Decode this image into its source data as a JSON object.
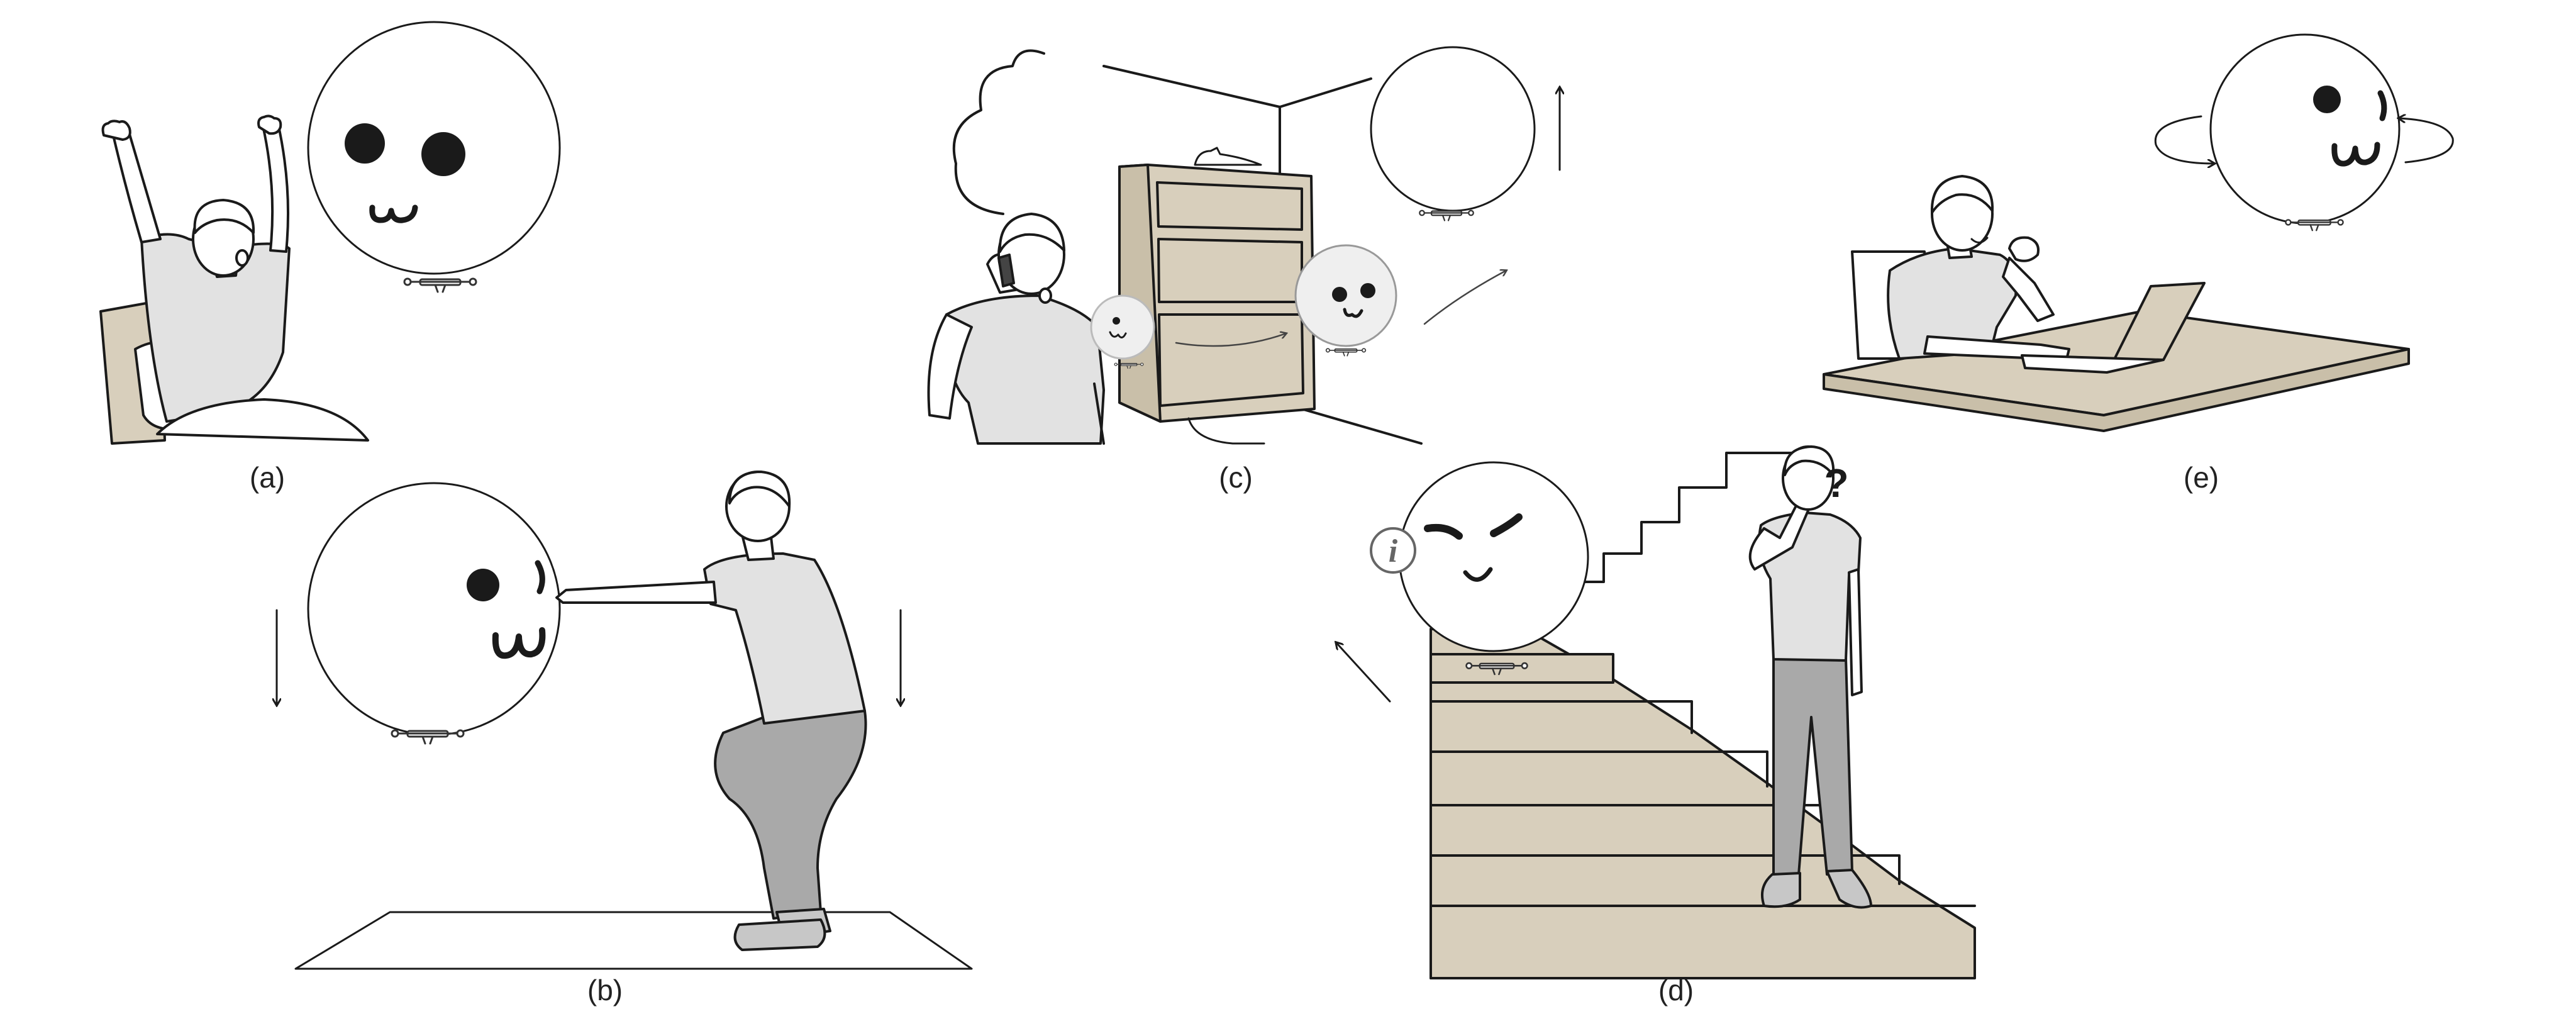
{
  "figure": {
    "panels": [
      {
        "id": "a",
        "label": "(a)"
      },
      {
        "id": "b",
        "label": "(b)"
      },
      {
        "id": "c",
        "label": "(c)"
      },
      {
        "id": "d",
        "label": "(d)"
      },
      {
        "id": "e",
        "label": "(e)"
      }
    ],
    "symbols": {
      "question_mark": "?",
      "info_glyph": "i"
    }
  },
  "colors": {
    "line": "#1a1a1a",
    "balloon_fill": "#ffffff",
    "skin": "#ffffff",
    "shirt": "#e2e2e2",
    "pants": "#a9a9a9",
    "wood": "#d8cfbc",
    "wood_dark": "#c9bfa9",
    "mat": "#ffffff",
    "faded_balloon": "#efefef"
  },
  "icons": [
    "balloon-drone-icon",
    "drone-icon",
    "motion-arrow-icon",
    "info-icon",
    "question-mark-icon"
  ]
}
